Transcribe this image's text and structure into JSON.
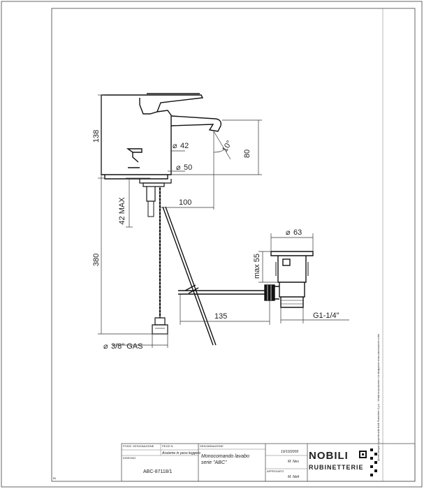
{
  "dimensions": {
    "height_total": "138",
    "spout_height": "80",
    "angle": "10°",
    "dia_spout": "42",
    "dia_base": "50",
    "max_thickness": "42 MAX",
    "reach": "100",
    "hose_length": "380",
    "waste_dia": "63",
    "waste_max": "max 55",
    "waste_reach": "135",
    "waste_thread": "G1-1/4\"",
    "connection": "3/8\" GAS"
  },
  "title_block": {
    "position_label": "POSIZ. DESIGNAZIONE",
    "piece_label": "PEZZI N.",
    "assembly": "Assieme in peso leggero",
    "drawing_label": "DISEGNO",
    "code": "ABC-87118/1",
    "denomination_label": "DENOMINAZIONE",
    "denomination_line1": "Monocomando lavabo",
    "denomination_line2": "serie \"ABC\"",
    "date": "19/10/2009",
    "drawn_by": "M. Nes",
    "approved_label": "APPROVATO",
    "approved_by": "M. Nett",
    "brand_top": "NOBILI",
    "brand_bottom": "RUBINETTERIE",
    "footer_mark": "Bt"
  },
  "side_note": "Questo disegno è proprietà della Nobili Rubinetterie S.p.A. - Vietata la riproduzione e la divulgazione senza autorizzazione scritta"
}
